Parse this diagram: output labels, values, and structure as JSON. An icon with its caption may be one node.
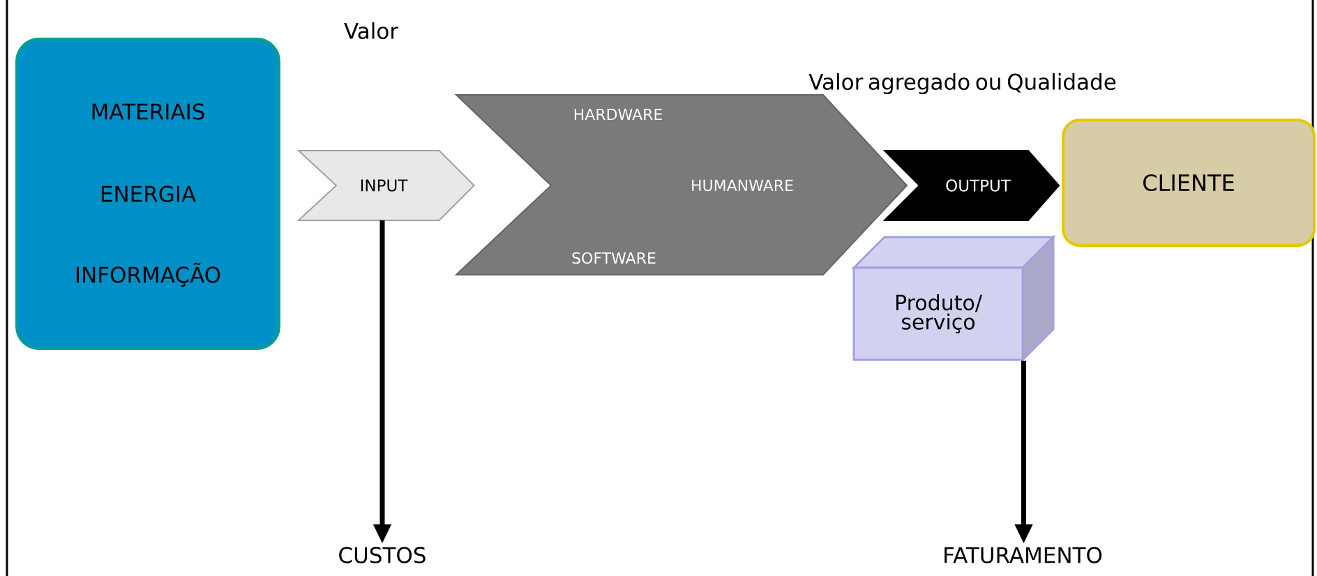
{
  "diagram": {
    "nodes": [
      {
        "text": [
          "MATERIAIS",
          "ENERGIA",
          "INFORMAÇÃO"
        ]
      },
      {
        "text": [
          "HARDWARE",
          "HUMANWARE",
          "SOFTWARE"
        ]
      },
      {
        "text": [
          "CLIENTE"
        ]
      },
      {
        "text": [
          "Produto/ serviço"
        ]
      },
      {
        "text": [
          "CUSTOS"
        ]
      },
      {
        "text": [
          "FATURAMENTO"
        ]
      }
    ],
    "edges": [
      {
        "from": 0,
        "to": 1,
        "arrow": "to",
        "label": "INPUT",
        "color": "#e8e8e8"
      },
      {
        "from": 1,
        "to": 2,
        "arrow": "to",
        "label": "OUTPUT"
      },
      {
        "from": null,
        "to": 4,
        "arrow": "to"
      },
      {
        "from": 3,
        "to": 5,
        "arrow": "to"
      }
    ],
    "labels": [
      "Valor",
      "Valor agregado ou Qualidade"
    ]
  }
}
